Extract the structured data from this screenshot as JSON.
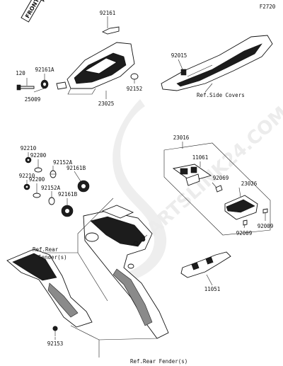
{
  "figure_code": "F2720",
  "front_marker": "FRONT",
  "watermark": "PARTSLINK24.COM",
  "part_labels": {
    "p92161_top": "92161",
    "p120": "120",
    "p92161A": "92161A",
    "p25009": "25009",
    "p23025": "23025",
    "p92152_top": "92152",
    "p92015": "92015",
    "side_covers": "Ref.Side Covers",
    "p23016": "23016",
    "p11061": "11061",
    "p92069": "92069",
    "p23026": "23026",
    "p92009a": "92009",
    "p92009b": "92009",
    "p92210a": "92210",
    "p92200a": "92200",
    "p92152A_a": "92152A",
    "p92161B_a": "92161B",
    "p92210b": "92210",
    "p92200b": "92200",
    "p92152A_b": "92152A",
    "p92161B_b": "92161B",
    "rear_fender_left_1": "Ref.Rear",
    "rear_fender_left_2": "Fender(s)",
    "p11051": "11051",
    "p92153": "92153",
    "rear_fender_bottom": "Ref.Rear Fender(s)"
  }
}
